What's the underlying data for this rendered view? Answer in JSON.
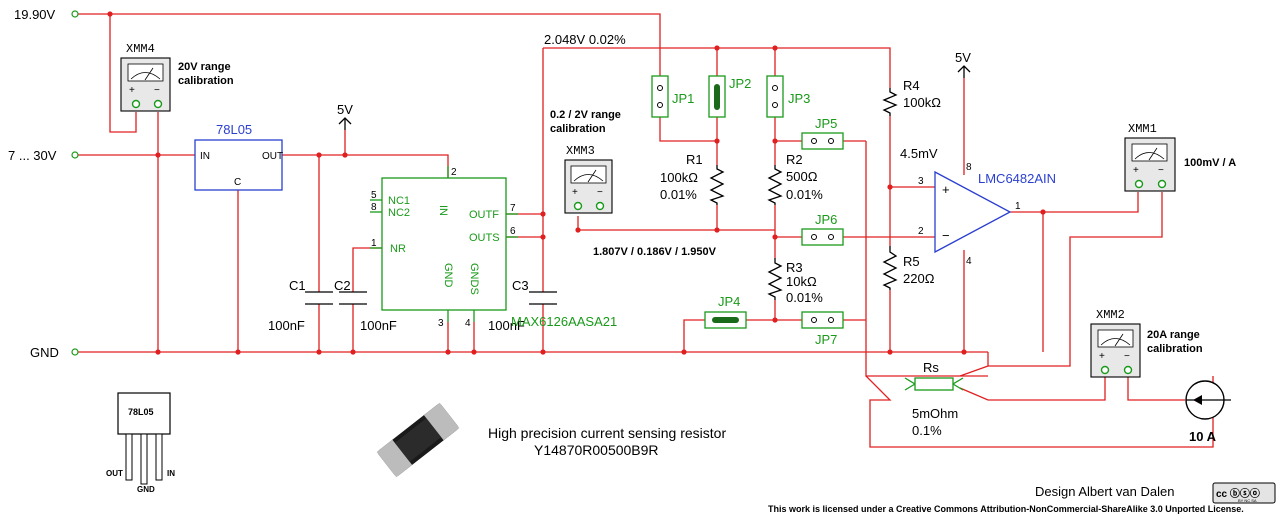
{
  "nets": {
    "vin_test": "19.90V",
    "vin_range": "7 ... 30V",
    "gnd": "GND",
    "five_v_a": "5V",
    "five_v_b": "5V",
    "vref": "2.048V 0.02%",
    "divider_out": "1.807V / 0.186V /  1.950V",
    "offset": "4.5mV"
  },
  "meters": {
    "xmm4": {
      "name": "XMM4",
      "note_l1": "20V range",
      "note_l2": "calibration"
    },
    "xmm3": {
      "name": "XMM3",
      "note_l1": "0.2 / 2V range",
      "note_l2": "calibration"
    },
    "xmm1": {
      "name": "XMM1",
      "note": "100mV / A"
    },
    "xmm2": {
      "name": "XMM2",
      "note_l1": "20A range",
      "note_l2": "calibration"
    },
    "plus": "+",
    "minus": "−"
  },
  "regulator": {
    "name": "78L05",
    "pin_in": "IN",
    "pin_out": "OUT",
    "pin_c": "C"
  },
  "reference": {
    "part": "MAX6126AASA21",
    "pins": {
      "nc1": "NC1",
      "nc2": "NC2",
      "nr": "NR",
      "in": "IN",
      "outf": "OUTF",
      "outs": "OUTS",
      "gnd": "GND",
      "gnds": "GNDS"
    },
    "pin_numbers": {
      "p5": "5",
      "p8": "8",
      "p1": "1",
      "p2": "2",
      "p7": "7",
      "p6": "6",
      "p3": "3",
      "p4": "4"
    }
  },
  "capacitors": [
    {
      "ref": "C1",
      "value": "100nF"
    },
    {
      "ref": "C2",
      "value": "100nF"
    },
    {
      "ref": "C3",
      "value": "100nF"
    }
  ],
  "resistors": {
    "r1": {
      "ref": "R1",
      "value": "100kΩ",
      "tol": "0.01%"
    },
    "r2": {
      "ref": "R2",
      "value": "500Ω",
      "tol": "0.01%"
    },
    "r3": {
      "ref": "R3",
      "value": "10kΩ",
      "tol": "0.01%"
    },
    "r4": {
      "ref": "R4",
      "value": "100kΩ"
    },
    "r5": {
      "ref": "R5",
      "value": "220Ω"
    },
    "rs": {
      "ref": "Rs",
      "value": "5mOhm",
      "tol": "0.1%"
    }
  },
  "jumpers": [
    "JP1",
    "JP2",
    "JP3",
    "JP4",
    "JP5",
    "JP6",
    "JP7"
  ],
  "opamp": {
    "part": "LMC6482AIN",
    "pin_plus": "+",
    "pin_minus": "−",
    "pins": {
      "p3": "3",
      "p2": "2",
      "p1": "1",
      "p8": "8",
      "p4": "4"
    }
  },
  "source": {
    "value": "10 A"
  },
  "package": {
    "name": "78L05",
    "out": "OUT",
    "gnd": "GND",
    "in": "IN"
  },
  "sense_resistor": {
    "line1": "High precision current sensing resistor",
    "line2": "Y14870R00500B9R"
  },
  "credits": {
    "designer": "Design Albert van Dalen",
    "cc_badge": "cc ⓑⓢⓞ",
    "cc_sub": "BY NC SA",
    "license": "This work is licensed under a Creative Commons Attribution-NonCommercial-ShareAlike 3.0 Unported License."
  },
  "colors": {
    "wire": "#e02020",
    "component": "#000000",
    "label_blue": "#2a3fd0",
    "jumper_green": "#1a9a1a"
  }
}
